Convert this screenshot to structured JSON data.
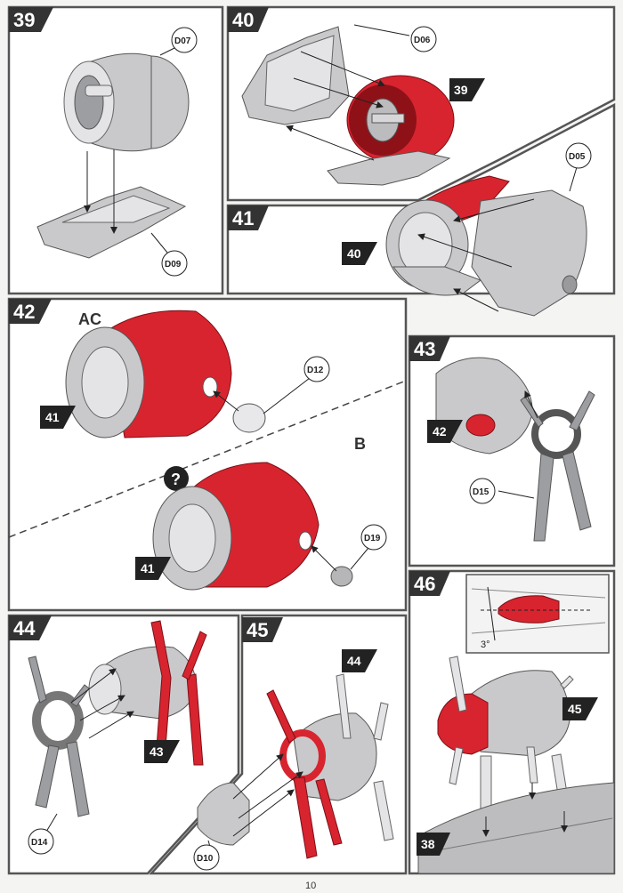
{
  "steps": [
    {
      "number": "39",
      "parts": [
        "D07",
        "D09"
      ]
    },
    {
      "number": "40",
      "parts": [
        "D06"
      ],
      "ref": "39"
    },
    {
      "number": "41",
      "parts": [
        "D05"
      ],
      "ref": "40"
    },
    {
      "number": "42",
      "variants": [
        "AC",
        "B"
      ],
      "parts": [
        "D12",
        "D19"
      ],
      "refs": [
        "41",
        "41"
      ],
      "question_mark": "?"
    },
    {
      "number": "43",
      "parts": [
        "D15"
      ],
      "ref": "42"
    },
    {
      "number": "44",
      "parts": [
        "D14"
      ],
      "ref": "43"
    },
    {
      "number": "45",
      "parts": [
        "D10"
      ],
      "ref": "44"
    },
    {
      "number": "46",
      "refs": [
        "45",
        "38"
      ],
      "angle": "3°"
    }
  ],
  "page_number": "10",
  "colors": {
    "highlight": "#d8242f",
    "part_grey": "#c9c9cb",
    "frame": "#555555"
  }
}
